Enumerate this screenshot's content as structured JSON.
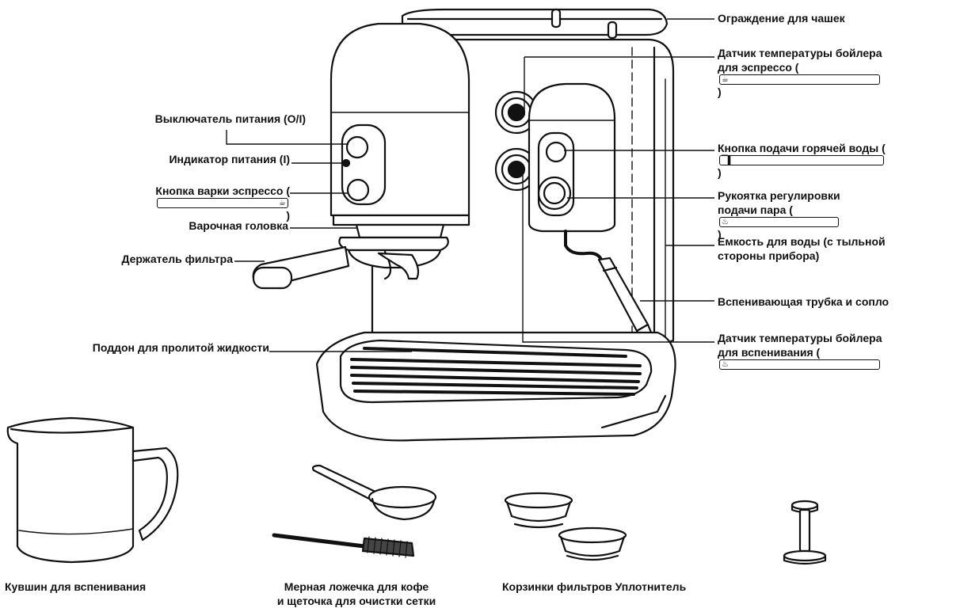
{
  "labels": {
    "cup_rail": "Ограждение для чашек",
    "espresso_temp_line1": "Датчик температуры бойлера",
    "espresso_temp_line2": "для эспрессо (",
    "espresso_temp_close": ")",
    "power_switch": "Выключатель питания (O/I)",
    "power_indicator": "Индикатор питания (I)",
    "brew_button": "Кнопка варки эспрессо (",
    "brew_button_close": ")",
    "brew_head": "Варочная головка",
    "portafilter": "Держатель фильтра",
    "hot_water_button": "Кнопка подачи горячей воды (",
    "hot_water_button_close": ")",
    "steam_knob_line1": "Рукоятка регулировки",
    "steam_knob_line2": "подачи пара (",
    "steam_knob_close": ")",
    "water_tank_line1": "Емкость для воды (с тыльной",
    "water_tank_line2": "стороны прибора)",
    "frothing_wand": "Вспенивающая трубка и сопло",
    "drip_tray": "Поддон для пролитой жидкости",
    "froth_temp_line1": "Датчик температуры бойлера",
    "froth_temp_line2": "для вспенивания (",
    "pitcher": "Кувшин для вспенивания",
    "scoop_line1": "Мерная ложечка для кофе",
    "scoop_line2": "и щеточка для очистки сетки",
    "baskets_tamper": "Корзинки фильтров Уплотнитель"
  },
  "icons": {
    "cup_icon": "cup-icon",
    "steam_icon": "steam-icon",
    "hot_water_icon": "hot-water-icon",
    "power_symbol": "power-icon"
  }
}
